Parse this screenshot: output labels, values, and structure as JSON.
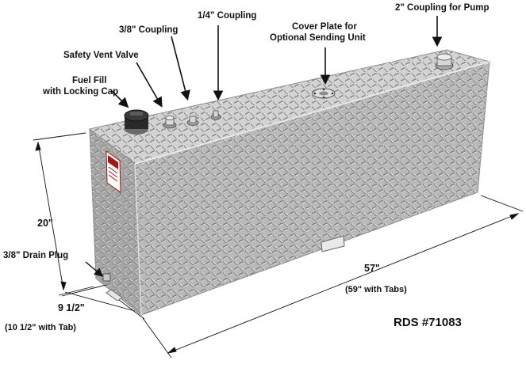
{
  "labels": {
    "coupling_2in": "2\" Coupling for Pump",
    "coupling_quarter": "1/4\" Coupling",
    "coupling_3_8": "3/8\" Coupling",
    "cover_plate_line1": "Cover Plate for",
    "cover_plate_line2": "Optional Sending Unit",
    "safety_vent": "Safety Vent Valve",
    "fuel_fill_line1": "Fuel Fill",
    "fuel_fill_line2": "with Locking Cap",
    "drain_plug": "3/8\" Drain Plug"
  },
  "dimensions": {
    "height": "20\"",
    "length": "57\"",
    "length_with_tabs": "(59\" with Tabs)",
    "width": "9 1/2\"",
    "width_with_tab": "(10 1/2\" with Tab)"
  },
  "model": "RDS #71083",
  "colors": {
    "plate_front": "#b9b9b9",
    "plate_top": "#d2d2d2",
    "plate_side": "#a6a6a6",
    "label_red": "#a01818",
    "ink": "#111111"
  }
}
